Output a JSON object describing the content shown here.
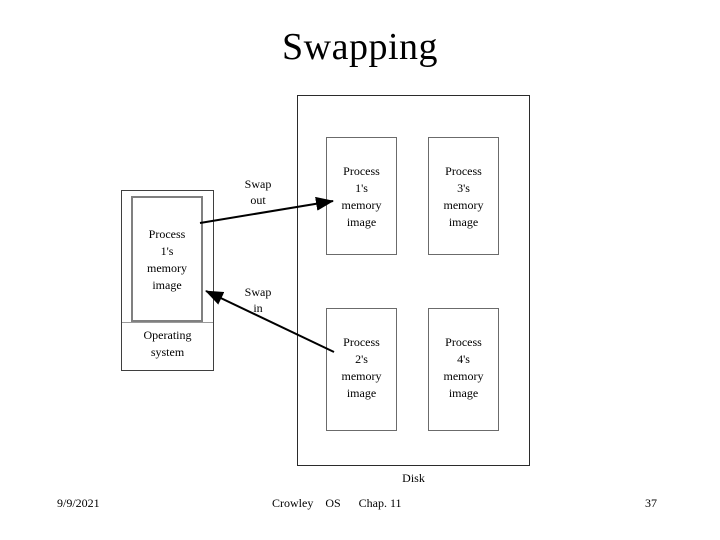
{
  "slide": {
    "title": "Swapping"
  },
  "diagram": {
    "memory": {
      "process_label": "Process\n1's\nmemory\nimage",
      "process_lines": [
        "Process",
        "1's",
        "memory",
        "image"
      ],
      "os_label": "Operating\nsystem",
      "os_lines": [
        "Operating",
        "system"
      ]
    },
    "arrows": {
      "swap_out": "Swap\nout",
      "swap_out_lines": [
        "Swap",
        "out"
      ],
      "swap_in": "Swap\nin",
      "swap_in_lines": [
        "Swap",
        "in"
      ]
    },
    "disk": {
      "label": "Disk",
      "processes": [
        {
          "lines": [
            "Process",
            "1's",
            "memory",
            "image"
          ]
        },
        {
          "lines": [
            "Process",
            "3's",
            "memory",
            "image"
          ]
        },
        {
          "lines": [
            "Process",
            "2's",
            "memory",
            "image"
          ]
        },
        {
          "lines": [
            "Process",
            "4's",
            "memory",
            "image"
          ]
        }
      ]
    },
    "colors": {
      "line": "#000000",
      "box_border": "#6b6b6b",
      "memory_inner_border": "#808080",
      "background": "#ffffff"
    }
  },
  "footer": {
    "date": "9/9/2021",
    "center": "Crowley    OS      Chap. 11",
    "page": "37"
  }
}
